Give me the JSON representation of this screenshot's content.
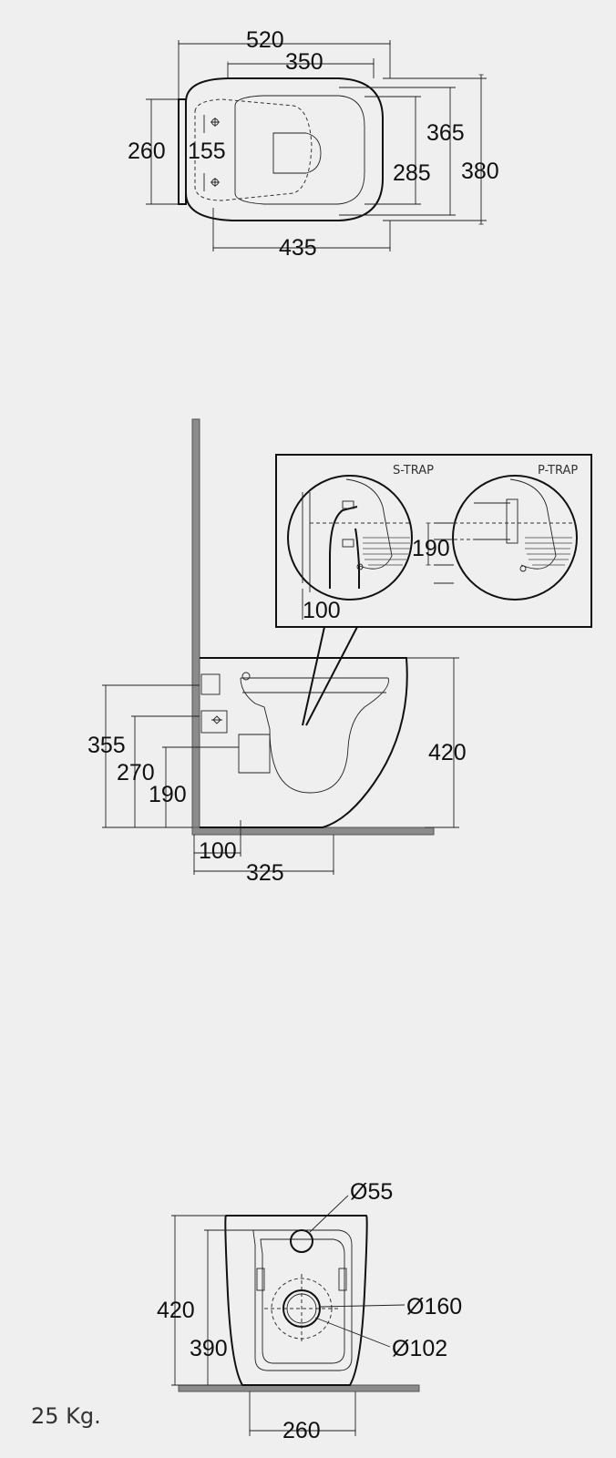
{
  "top_view": {
    "d_520": "520",
    "d_350": "350",
    "d_365": "365",
    "d_380": "380",
    "d_260": "260",
    "d_155": "155",
    "d_285": "285",
    "d_435": "435"
  },
  "side_view": {
    "inset": {
      "s_trap_label": "S-TRAP",
      "p_trap_label": "P-TRAP",
      "d_190": "190",
      "d_100": "100"
    },
    "d_355": "355",
    "d_270": "270",
    "d_190": "190",
    "d_420": "420",
    "d_100": "100",
    "d_325": "325"
  },
  "rear_view": {
    "d_55": "Ø55",
    "d_160": "Ø160",
    "d_102": "Ø102",
    "d_420": "420",
    "d_390": "390",
    "d_260": "260"
  },
  "weight": "25 Kg."
}
